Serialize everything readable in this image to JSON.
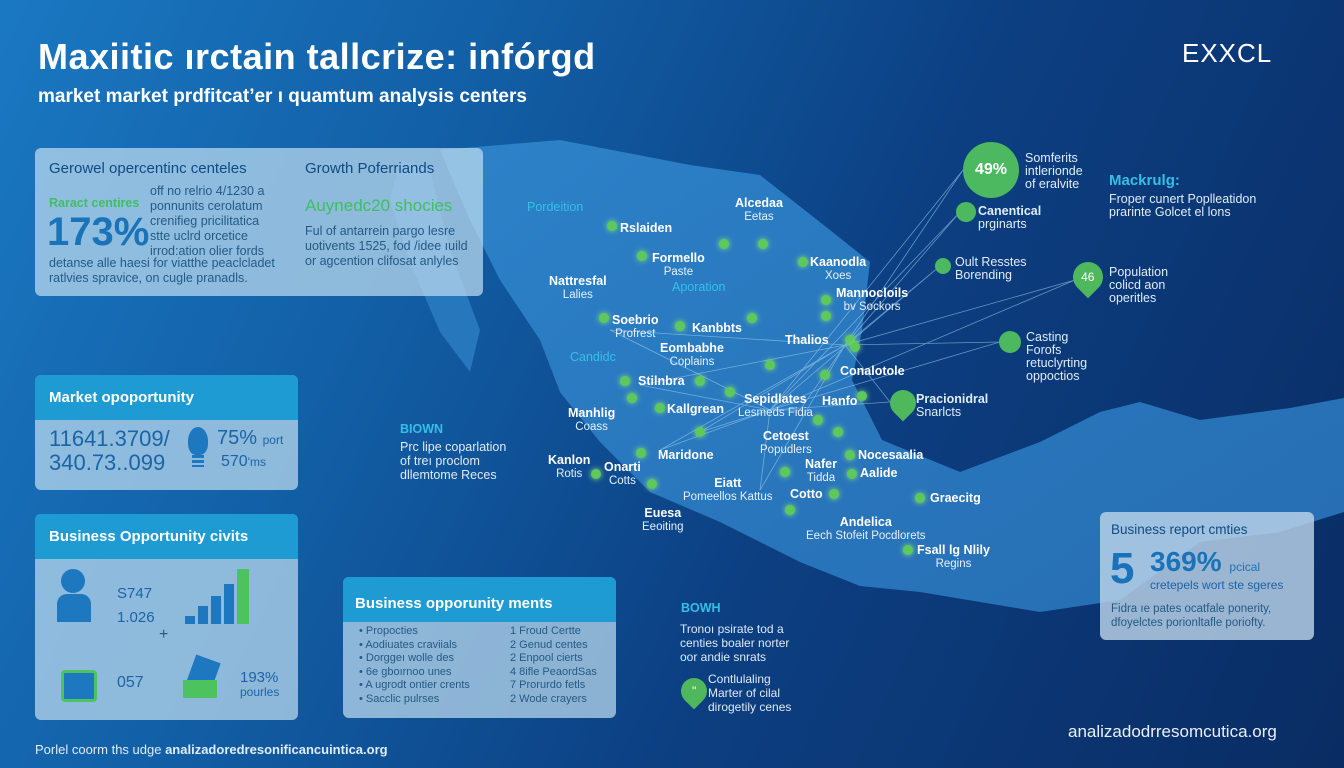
{
  "header": {
    "title": "Maxiitic ırctain tallcrize: infórgd",
    "subtitle": "market market prdfitcat’er ı quamtum analysis centers",
    "brand": "EXXCL"
  },
  "panel_growth": {
    "heading_left": "Gerowel opercentinc centeles",
    "green_label": "Raract centires",
    "big_value": "173%",
    "body_right": [
      "off no relrio 4/1230 a",
      "ponnunits cerolatum",
      "crenifieg pricilitatica",
      "stte uclrd orcetice",
      "irrod:ation olier fords"
    ],
    "body_bottom": [
      "detanse alle haesi for viatthe peaclcladet",
      "ratlvies spravice, on cugle pranadls."
    ],
    "heading_right": "Growth Poferriands",
    "green_right": "Auynedc20 shocies",
    "body_right2": [
      "Ful of antarrein pargo lesre",
      "uotivents 1525, fod /idee ıuild",
      "or agcention clifosat anlyles"
    ]
  },
  "panel_market": {
    "heading": "Market opoportunity",
    "value_line1": "11641.3709/",
    "value_line2": "340.73..099",
    "pct": "75%",
    "pct_unit": "port",
    "sub": "570",
    "sub_unit": "'ms",
    "icon": "lightbulb-icon"
  },
  "panel_business": {
    "heading": "Business Opportunity civits",
    "v1": "S747",
    "v2": "1.026",
    "v3": "057",
    "v4": "193%",
    "v4_label": "pourles",
    "icons": [
      "person-icon",
      "bar-chart-icon",
      "camera-icon",
      "document-icon"
    ]
  },
  "panel_ments": {
    "heading": "Business opporunity ments",
    "col1": [
      "Propocties",
      "Aodiuates craviials",
      "Dorggeı wolle des",
      "6e gboırnoo unes",
      "A ugrodt ontier crents",
      "Sacclic pulrses"
    ],
    "col2": [
      "1 Froud Certte",
      "2 Genud centes",
      "2 Enpool cierts",
      "4 8ifle PeaordSas",
      "7 Prorurdo fetls",
      "2 Wode crayers"
    ]
  },
  "panel_report": {
    "heading": "Business report cmties",
    "big": "5",
    "pct": "369%",
    "pct_unit": "pcical",
    "line": "cretepels wort ste sgeres",
    "body": [
      "Fidra ıe pates ocatfale ponerity,",
      "dfoyelctes porionltafle poriofty."
    ]
  },
  "notes": {
    "brown1_title": "BIOWN",
    "brown1_body": [
      "Prc lipe coparlation",
      "of treı proclom",
      "dllemtome Reces"
    ],
    "brown2_title": "BOWH",
    "brown2_body": [
      "Tronoı psirate tod a",
      "centies boaler norter",
      "oor andie snrats"
    ],
    "pin_text": [
      "Contlulaling",
      "Marter of cilal",
      "dirogetily cenes"
    ],
    "pin_icon": "quote-icon"
  },
  "callouts": {
    "c1_value": "49%",
    "c1_text": [
      "Somferits",
      "intlerionde",
      "of eralvite"
    ],
    "c2_text": [
      "Canentical",
      "prginarts"
    ],
    "c3_text": [
      "Oult Resstes",
      "Borending"
    ],
    "c4_value": "46",
    "c4_text": [
      "Population",
      "colicd aon",
      "operitles"
    ],
    "c5_text": [
      "Casting",
      "Forofs",
      "retuclyrting",
      "oppoctios"
    ],
    "c6_text": [
      "Pracionidral",
      "Snarlcts"
    ],
    "mack_title": "Mackrulg:",
    "mack_body": [
      "Froper cunert Poplleatidon",
      "prarinte Golcet el lons"
    ]
  },
  "map_labels": [
    {
      "t": "Pordeition"
    },
    {
      "t": "Alcedaa",
      "s": "Eetas"
    },
    {
      "t": "Rslaiden"
    },
    {
      "t": "Formello",
      "s": "Paste"
    },
    {
      "t": "Aporation"
    },
    {
      "t": "Nattresfal",
      "s": "Lalies"
    },
    {
      "t": "Kaanodla",
      "s": "Xoes"
    },
    {
      "t": "Mannocloils",
      "s": "bv Sockors"
    },
    {
      "t": "Soebrio",
      "s": "Profrest"
    },
    {
      "t": "Kanbbts"
    },
    {
      "t": "Eombabhe",
      "s": "Coplains"
    },
    {
      "t": "Thalios"
    },
    {
      "t": "Conalotole"
    },
    {
      "t": "Candidc"
    },
    {
      "t": "Stilnbra"
    },
    {
      "t": "Manhlig",
      "s": "Coass"
    },
    {
      "t": "Kallgrean"
    },
    {
      "t": "Sepidlates",
      "s": "Lesmeds Fidia"
    },
    {
      "t": "Hanfo"
    },
    {
      "t": "Cetoest",
      "s": "Popudlers"
    },
    {
      "t": "Maridone"
    },
    {
      "t": "Nocesaalia"
    },
    {
      "t": "Kanlon",
      "s": "Rotis"
    },
    {
      "t": "Onarti",
      "s": "Cotts"
    },
    {
      "t": "Nafer",
      "s": "Tidda"
    },
    {
      "t": "Aalide"
    },
    {
      "t": "Eiatt",
      "s": "Pomeellos Kattus"
    },
    {
      "t": "Cotto"
    },
    {
      "t": "Graecitg"
    },
    {
      "t": "Euesa",
      "s": "Eeoiting"
    },
    {
      "t": "Andelica",
      "s": "Eech Stofeit Pocdlorets"
    },
    {
      "t": "Fsall lg Nlily",
      "s": "Regins"
    }
  ],
  "footer": {
    "left_prefix": "Porlel coorm ths udge",
    "left_link": "analizadoredresonificancuintica.org",
    "right": "analizadodrresomcutica.org"
  },
  "colors": {
    "accent_green": "#4cb860",
    "panel_header": "#1e9bd3",
    "background_dark": "#0a2c63",
    "map_land": "#2b7fc6"
  }
}
